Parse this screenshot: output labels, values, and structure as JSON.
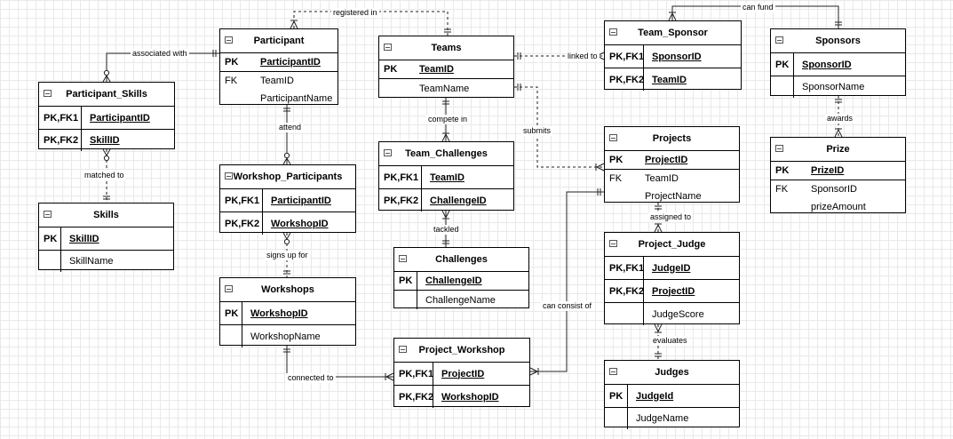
{
  "entities": [
    {
      "id": "participant",
      "title": "Participant",
      "rows": [
        {
          "key": "PK",
          "name": "ParticipantID",
          "pk": true
        },
        {
          "key": "FK",
          "name": "TeamID",
          "pk": false
        },
        {
          "key": "",
          "name": "ParticipantName",
          "pk": false
        }
      ]
    },
    {
      "id": "teams",
      "title": "Teams",
      "rows": [
        {
          "key": "PK",
          "name": "TeamID",
          "pk": true
        },
        {
          "key": "",
          "name": "TeamName",
          "pk": false
        }
      ]
    },
    {
      "id": "team_sponsor",
      "title": "Team_Sponsor",
      "rows": [
        {
          "key": "PK,FK1",
          "name": "SponsorID",
          "pk": true
        },
        {
          "key": "PK,FK2",
          "name": "TeamID",
          "pk": true
        }
      ]
    },
    {
      "id": "sponsors",
      "title": "Sponsors",
      "rows": [
        {
          "key": "PK",
          "name": "SponsorID",
          "pk": true
        },
        {
          "key": "",
          "name": "SponsorName",
          "pk": false
        }
      ]
    },
    {
      "id": "participant_skills",
      "title": "Participant_Skills",
      "rows": [
        {
          "key": "PK,FK1",
          "name": "ParticipantID",
          "pk": true
        },
        {
          "key": "PK,FK2",
          "name": "SkillID",
          "pk": true
        }
      ]
    },
    {
      "id": "skills",
      "title": "Skills",
      "rows": [
        {
          "key": "PK",
          "name": "SkillID",
          "pk": true
        },
        {
          "key": "",
          "name": "SkillName",
          "pk": false
        }
      ]
    },
    {
      "id": "workshop_participants",
      "title": "Workshop_Participants",
      "rows": [
        {
          "key": "PK,FK1",
          "name": "ParticipantID",
          "pk": true
        },
        {
          "key": "PK,FK2",
          "name": "WorkshopID",
          "pk": true
        }
      ]
    },
    {
      "id": "workshops",
      "title": "Workshops",
      "rows": [
        {
          "key": "PK",
          "name": "WorkshopID",
          "pk": true
        },
        {
          "key": "",
          "name": "WorkshopName",
          "pk": false
        }
      ]
    },
    {
      "id": "team_challenges",
      "title": "Team_Challenges",
      "rows": [
        {
          "key": "PK,FK1",
          "name": "TeamID",
          "pk": true
        },
        {
          "key": "PK,FK2",
          "name": "ChallengeID",
          "pk": true
        }
      ]
    },
    {
      "id": "challenges",
      "title": "Challenges",
      "rows": [
        {
          "key": "PK",
          "name": "ChallengeID",
          "pk": true
        },
        {
          "key": "",
          "name": "ChallengeName",
          "pk": false
        }
      ]
    },
    {
      "id": "projects",
      "title": "Projects",
      "rows": [
        {
          "key": "PK",
          "name": "ProjectID",
          "pk": true
        },
        {
          "key": "FK",
          "name": "TeamID",
          "pk": false
        },
        {
          "key": "",
          "name": "ProjectName",
          "pk": false
        }
      ]
    },
    {
      "id": "prize",
      "title": "Prize",
      "rows": [
        {
          "key": "PK",
          "name": "PrizeID",
          "pk": true
        },
        {
          "key": "FK",
          "name": "SponsorID",
          "pk": false
        },
        {
          "key": "",
          "name": "prizeAmount",
          "pk": false
        }
      ]
    },
    {
      "id": "project_judge",
      "title": "Project_Judge",
      "rows": [
        {
          "key": "PK,FK1",
          "name": "JudgeID",
          "pk": true
        },
        {
          "key": "PK,FK2",
          "name": "ProjectID",
          "pk": true
        },
        {
          "key": "",
          "name": "JudgeScore",
          "pk": false
        }
      ]
    },
    {
      "id": "judges",
      "title": "Judges",
      "rows": [
        {
          "key": "PK",
          "name": "JudgeId",
          "pk": true
        },
        {
          "key": "",
          "name": "JudgeName",
          "pk": false
        }
      ]
    },
    {
      "id": "project_workshop",
      "title": "Project_Workshop",
      "rows": [
        {
          "key": "PK,FK1",
          "name": "ProjectID",
          "pk": true
        },
        {
          "key": "PK,FK2",
          "name": "WorkshopID",
          "pk": true
        }
      ]
    }
  ],
  "relationships": [
    {
      "id": "registered_in",
      "label": "registered in",
      "style": "dashed"
    },
    {
      "id": "associated_with",
      "label": "associated with",
      "style": "solid"
    },
    {
      "id": "linked_to",
      "label": "linked to",
      "style": "dashed"
    },
    {
      "id": "can_fund",
      "label": "can fund",
      "style": "solid"
    },
    {
      "id": "matched_to",
      "label": "matched to",
      "style": "dashed"
    },
    {
      "id": "attend",
      "label": "attend",
      "style": "solid"
    },
    {
      "id": "compete_in",
      "label": "compete in",
      "style": "solid"
    },
    {
      "id": "submits",
      "label": "submits",
      "style": "dashed"
    },
    {
      "id": "awards",
      "label": "awards",
      "style": "dashed"
    },
    {
      "id": "tackled",
      "label": "tackled",
      "style": "solid"
    },
    {
      "id": "assigned_to",
      "label": "assigned to",
      "style": "dashed"
    },
    {
      "id": "signs_up_for",
      "label": "signs up for",
      "style": "dashed"
    },
    {
      "id": "can_consist_of",
      "label": "can consist of",
      "style": "solid"
    },
    {
      "id": "evaluates",
      "label": "evaluates",
      "style": "dashed"
    },
    {
      "id": "connected_to",
      "label": "connected to",
      "style": "solid"
    }
  ]
}
